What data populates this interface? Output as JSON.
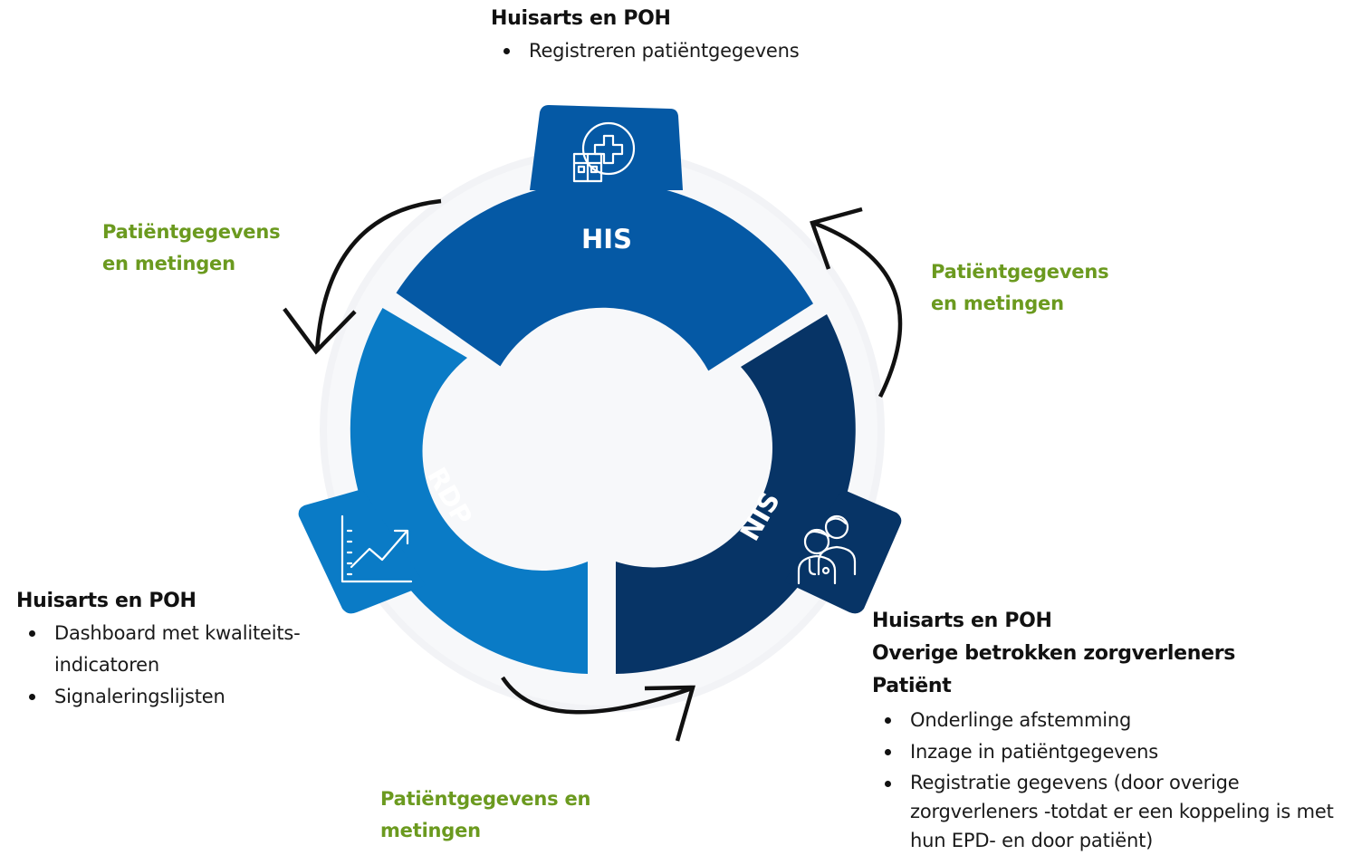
{
  "colors": {
    "his": "#0559a5",
    "rdp": "#0a7bc6",
    "nis": "#073466",
    "flow_label": "#6b9a1f",
    "arrow": "#111111",
    "ring_shadow": "#eef0f3"
  },
  "segments": {
    "his": {
      "label": "HIS",
      "icon": "hospital-cross-icon"
    },
    "rdp": {
      "label": "RDP",
      "icon": "chart-trend-icon"
    },
    "nis": {
      "label": "NIS",
      "icon": "doctors-icon"
    }
  },
  "flows": {
    "top_left": {
      "line1": "Patiëntgegevens",
      "line2": "en metingen"
    },
    "right": {
      "line1": "Patiëntgegevens",
      "line2": "en metingen"
    },
    "bottom": {
      "line1": "Patiëntgegevens en",
      "line2": "metingen"
    }
  },
  "roles": {
    "top": {
      "headings": [
        "Huisarts en POH"
      ],
      "items": [
        "Registreren patiëntgegevens"
      ]
    },
    "left": {
      "headings": [
        "Huisarts en POH"
      ],
      "items": [
        "Dashboard met kwaliteits-indicatoren",
        "Signaleringslijsten"
      ]
    },
    "right": {
      "headings": [
        "Huisarts en POH",
        "Overige betrokken zorgverleners",
        "Patiënt"
      ],
      "items": [
        "Onderlinge afstemming",
        "Inzage in patiëntgegevens",
        "Registratie gegevens (door overige zorgverleners -totdat er een koppeling is met hun EPD- en door patiënt)"
      ]
    }
  }
}
